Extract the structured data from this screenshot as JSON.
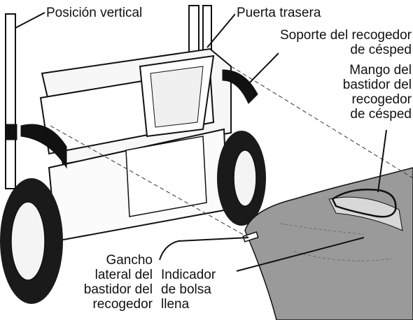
{
  "labels": {
    "upright_position": "Posición vertical",
    "rear_door": "Puerta trasera",
    "catcher_support": "Soporte del recogedor\nde césped",
    "catcher_frame_handle": "Mango del\nbastidor del\nrecogedor\nde césped",
    "side_hook": "Gancho\nlateral del\nbastidor del\nrecogedor",
    "full_bag_indicator": "Indicador\nde bolsa\nllena"
  },
  "colors": {
    "line": "#111111",
    "paper": "#ffffff",
    "tire": "#1a1a1a",
    "hub": "#f4f4f4",
    "bag": "#9a9a9a",
    "bag_dark": "#6e6e6e",
    "mower_body": "#f7f7f7"
  }
}
